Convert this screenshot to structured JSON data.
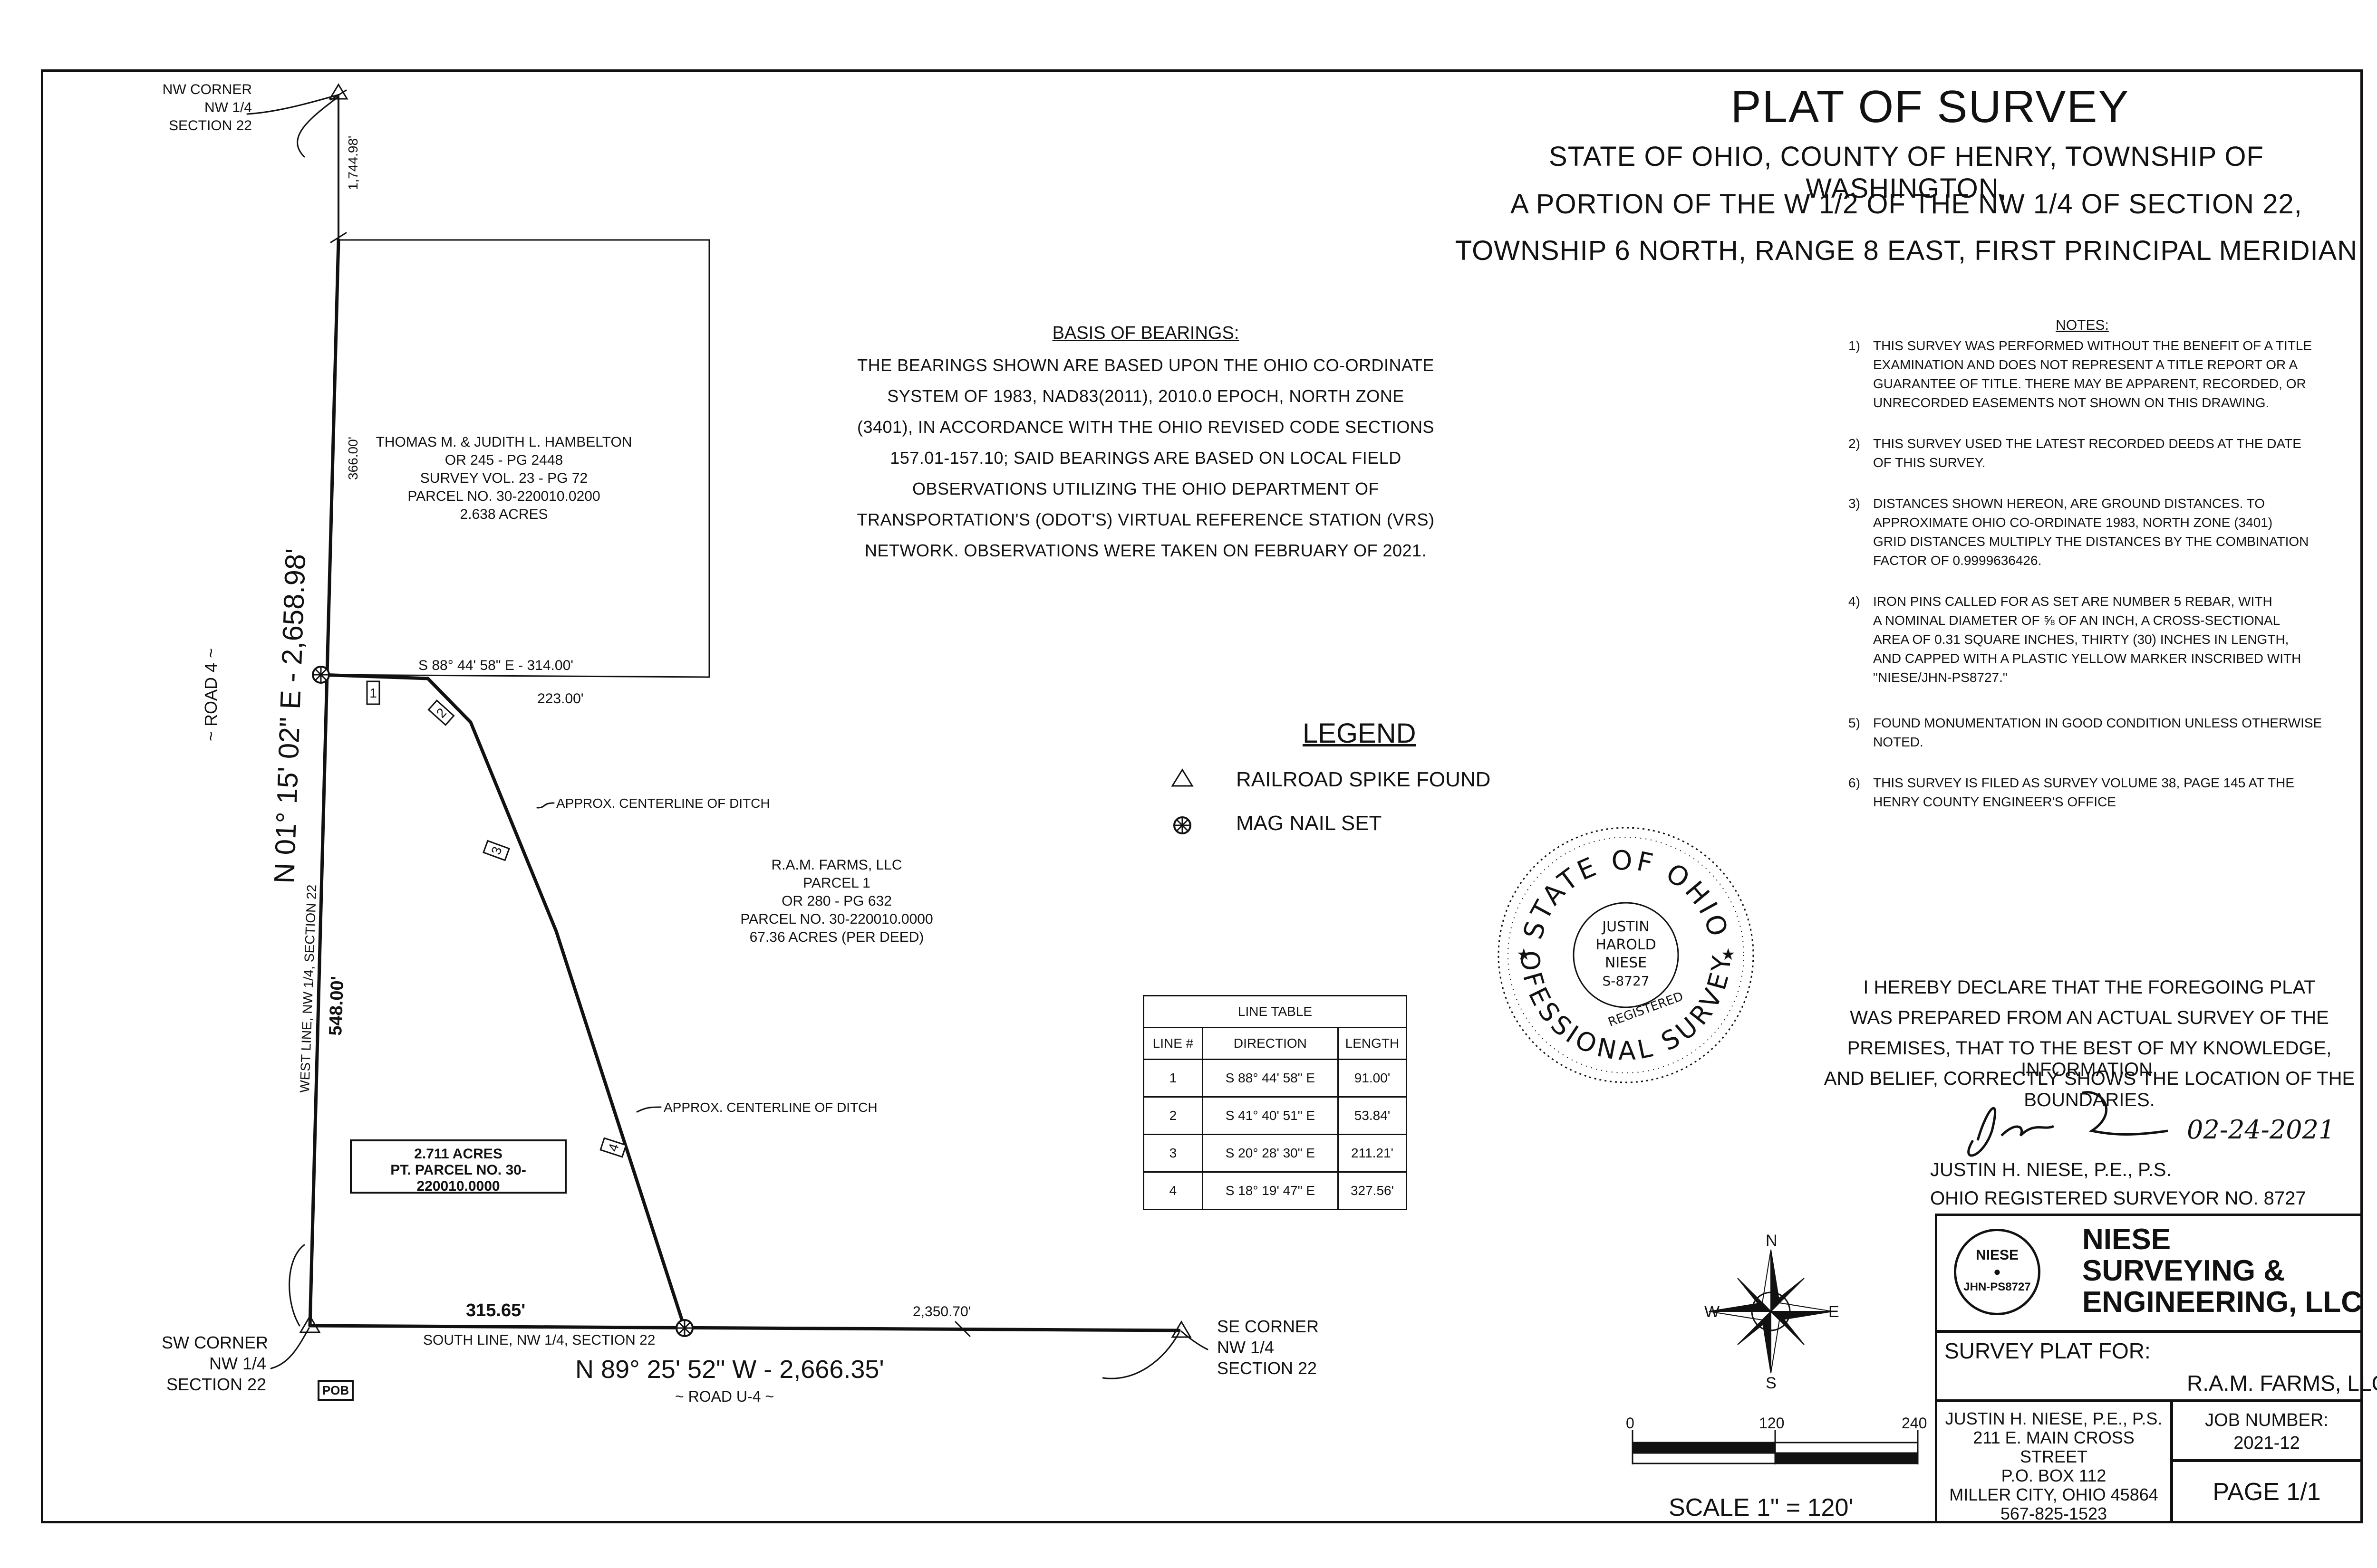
{
  "title": {
    "main": "PLAT OF SURVEY",
    "line1": "STATE OF OHIO, COUNTY OF HENRY, TOWNSHIP OF WASHINGTON,",
    "line2": "A PORTION OF THE W 1/2 OF THE NW 1/4 OF SECTION 22,",
    "line3": "TOWNSHIP 6 NORTH, RANGE 8 EAST, FIRST PRINCIPAL MERIDIAN"
  },
  "basis": {
    "heading": "BASIS OF BEARINGS:",
    "lines": [
      "THE BEARINGS SHOWN ARE BASED UPON THE OHIO CO-ORDINATE",
      "SYSTEM OF 1983, NAD83(2011), 2010.0 EPOCH, NORTH ZONE",
      "(3401), IN ACCORDANCE WITH THE OHIO REVISED CODE SECTIONS",
      "157.01-157.10; SAID BEARINGS ARE BASED ON LOCAL FIELD",
      "OBSERVATIONS UTILIZING THE OHIO DEPARTMENT OF",
      "TRANSPORTATION'S (ODOT'S) VIRTUAL REFERENCE STATION (VRS)",
      "NETWORK. OBSERVATIONS WERE TAKEN ON FEBRUARY OF 2021."
    ]
  },
  "notes": {
    "heading": "NOTES:",
    "items": [
      {
        "num": "1)",
        "lines": [
          "THIS SURVEY WAS PERFORMED WITHOUT THE BENEFIT OF A TITLE",
          "EXAMINATION AND DOES NOT REPRESENT A TITLE REPORT OR A",
          "GUARANTEE OF TITLE. THERE MAY BE APPARENT, RECORDED, OR",
          "UNRECORDED EASEMENTS NOT SHOWN ON THIS DRAWING."
        ]
      },
      {
        "num": "2)",
        "lines": [
          "THIS SURVEY USED THE LATEST RECORDED DEEDS AT THE DATE",
          "OF THIS SURVEY."
        ]
      },
      {
        "num": "3)",
        "lines": [
          "DISTANCES SHOWN HEREON, ARE GROUND DISTANCES. TO",
          "APPROXIMATE OHIO CO-ORDINATE 1983, NORTH ZONE (3401)",
          "GRID DISTANCES MULTIPLY THE DISTANCES BY THE COMBINATION",
          "FACTOR OF 0.9999636426."
        ]
      },
      {
        "num": "4)",
        "lines": [
          "IRON PINS CALLED FOR AS SET ARE NUMBER 5 REBAR, WITH",
          "A NOMINAL DIAMETER OF ⅝ OF AN INCH, A CROSS-SECTIONAL",
          "AREA OF 0.31 SQUARE INCHES, THIRTY (30) INCHES IN LENGTH,",
          "AND CAPPED WITH A PLASTIC YELLOW MARKER INSCRIBED WITH",
          "\"NIESE/JHN-PS8727.\""
        ]
      },
      {
        "num": "5)",
        "lines": [
          "FOUND MONUMENTATION IN GOOD CONDITION UNLESS OTHERWISE",
          "NOTED."
        ]
      },
      {
        "num": "6)",
        "lines": [
          "THIS SURVEY IS FILED AS SURVEY VOLUME 38, PAGE 145 AT THE",
          "HENRY COUNTY ENGINEER'S OFFICE"
        ]
      }
    ]
  },
  "legend": {
    "heading": "LEGEND",
    "spike": "RAILROAD SPIKE FOUND",
    "nail": "MAG NAIL SET"
  },
  "line_table": {
    "title": "LINE TABLE",
    "headers": [
      "LINE #",
      "DIRECTION",
      "LENGTH"
    ],
    "rows": [
      [
        "1",
        "S 88° 44' 58\" E",
        "91.00'"
      ],
      [
        "2",
        "S 41° 40' 51\" E",
        "53.84'"
      ],
      [
        "3",
        "S 20° 28' 30\" E",
        "211.21'"
      ],
      [
        "4",
        "S 18° 19' 47\" E",
        "327.56'"
      ]
    ]
  },
  "plat": {
    "nw_corner": [
      "NW CORNER",
      "NW 1/4",
      "SECTION 22"
    ],
    "sw_corner": [
      "SW CORNER",
      "NW 1/4",
      "SECTION 22"
    ],
    "se_corner": [
      "SE CORNER",
      "NW 1/4",
      "SECTION 22"
    ],
    "dist_top": "1,744.98'",
    "dist_366": "366.00'",
    "hambelton": [
      "THOMAS M. & JUDITH L. HAMBELTON",
      "OR 245 - PG 2448",
      "SURVEY VOL. 23 - PG 72",
      "PARCEL NO. 30-220010.0200",
      "2.638 ACRES"
    ],
    "bearing_north": "S 88° 44' 58\" E - 314.00'",
    "dist_223": "223.00'",
    "ram_farms": [
      "R.A.M. FARMS, LLC",
      "PARCEL 1",
      "OR 280 - PG 632",
      "PARCEL NO. 30-220010.0000",
      "67.36 ACRES (PER DEED)"
    ],
    "ditch1": "APPROX. CENTERLINE OF DITCH",
    "ditch2": "APPROX. CENTERLINE OF DITCH",
    "road4": "~ ROAD 4 ~",
    "west_bearing": "N 01° 15' 02\" E - 2,658.98'",
    "west_line": "WEST LINE, NW 1/4, SECTION 22",
    "dist_548": "548.00'",
    "acres_box": [
      "2.711 ACRES",
      "PT. PARCEL NO. 30-220010.0000"
    ],
    "dist_315": "315.65'",
    "south_line": "SOUTH LINE, NW 1/4, SECTION 22",
    "dist_2350": "2,350.70'",
    "south_bearing": "N 89° 25' 52\" W - 2,666.35'",
    "road_u4": "~ ROAD U-4 ~",
    "pob": "POB",
    "line_tags": [
      "1",
      "2",
      "3",
      "4"
    ]
  },
  "seal": {
    "top": "STATE OF OHIO",
    "bottom": "PROFESSIONAL SURVEYOR",
    "name": [
      "JUSTIN",
      "HAROLD",
      "NIESE"
    ],
    "number": "S-8727",
    "registered": "REGISTERED"
  },
  "declaration": {
    "lines": [
      "I HEREBY DECLARE THAT THE FOREGOING PLAT",
      "WAS PREPARED FROM AN ACTUAL SURVEY OF THE",
      "PREMISES, THAT TO THE BEST OF MY KNOWLEDGE, INFORMATION,",
      "AND BELIEF, CORRECTLY SHOWS THE LOCATION OF THE BOUNDARIES."
    ],
    "date": "02-24-2021",
    "signer": "JUSTIN H. NIESE, P.E., P.S.",
    "reg": "OHIO REGISTERED SURVEYOR NO. 8727"
  },
  "compass": {
    "n": "N",
    "s": "S",
    "e": "E",
    "w": "W"
  },
  "scale": {
    "zero": "0",
    "mid": "120",
    "end": "240",
    "label": "SCALE 1\" = 120'"
  },
  "title_block": {
    "logo_top": "NIESE",
    "logo_bottom": "JHN-PS8727",
    "company": [
      "NIESE",
      "SURVEYING &",
      "ENGINEERING, LLC"
    ],
    "survey_for_label": "SURVEY PLAT FOR:",
    "client": "R.A.M. FARMS, LLC",
    "address": [
      "JUSTIN H. NIESE, P.E., P.S.",
      "211 E. MAIN CROSS STREET",
      "P.O. BOX 112",
      "MILLER CITY, OHIO 45864",
      "567-825-1523"
    ],
    "job_label": "JOB NUMBER:",
    "job_number": "2021-12",
    "page": "PAGE 1/1"
  }
}
